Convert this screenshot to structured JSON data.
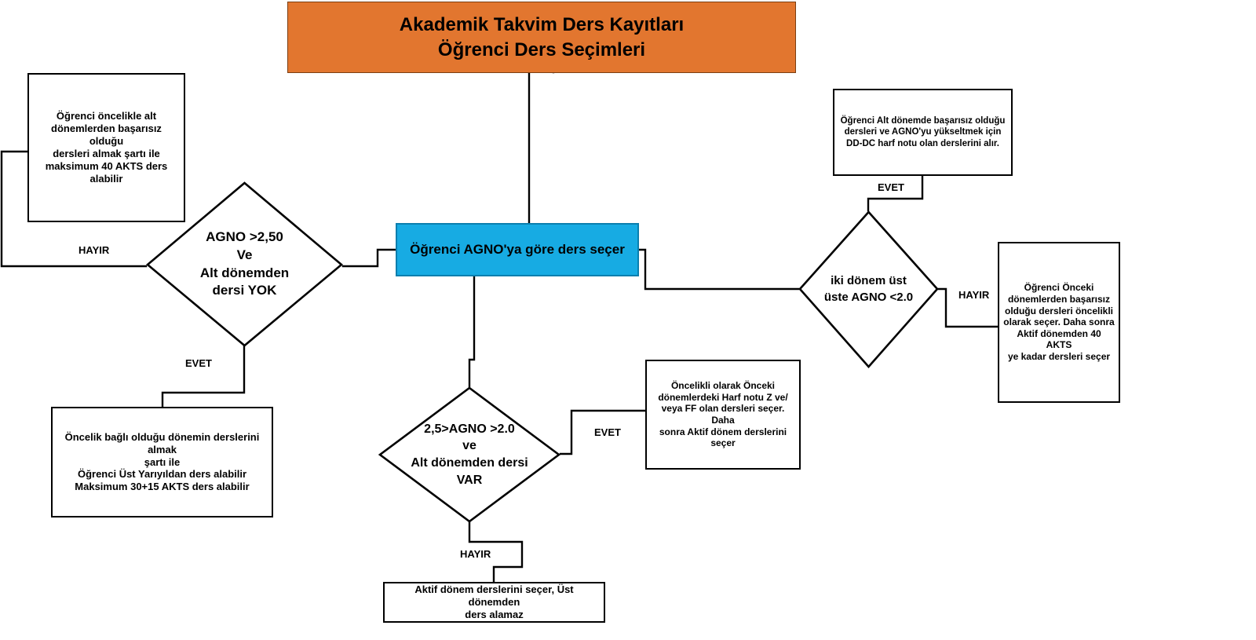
{
  "diagram": {
    "title_node": {
      "id": "title",
      "label": "Akademik Takvim Ders Kayıtları\nÖğrenci Ders Seçimleri",
      "color": "#E2762F"
    },
    "nodes": [
      {
        "id": "start",
        "type": "process",
        "label": "Öğrenci AGNO'ya göre ders seçer",
        "color": "#17ABE3"
      },
      {
        "id": "decision-agno-2-50",
        "type": "decision",
        "label": "AGNO >2,50\nVe\nAlt dönemden\ndersi YOK"
      },
      {
        "id": "decision-agno-2-5-2-0",
        "type": "decision",
        "label": "2,5>AGNO >2.0\nve\nAlt dönemden dersi\nVAR"
      },
      {
        "id": "decision-iki-donem",
        "type": "decision",
        "label": "iki dönem üst\nüste AGNO <2.0"
      },
      {
        "id": "box-alt-donem-basarisiz",
        "type": "process",
        "label": "Öğrenci öncelikle alt\ndönemlerden başarısız olduğu\ndersleri almak şartı ile\nmaksimum 40 AKTS ders alabilir"
      },
      {
        "id": "box-oncelik-bagli",
        "type": "process",
        "label": "Öncelik bağlı olduğu dönemin derslerini almak\nşartı ile\nÖğrenci Üst Yarıyıldan ders alabilir\nMaksimum 30+15 AKTS ders alabilir"
      },
      {
        "id": "box-dd-dc",
        "type": "process",
        "label": "Öğrenci Alt dönemde başarısız olduğu\ndersleri ve AGNO'yu yükseltmek için\nDD-DC harf notu olan derslerini alır."
      },
      {
        "id": "box-onceki-donemler",
        "type": "process",
        "label": "Öğrenci Önceki\ndönemlerden başarısız\nolduğu dersleri öncelikli\nolarak seçer. Daha sonra\nAktif dönemden 40 AKTS\nye kadar dersleri seçer"
      },
      {
        "id": "box-harf-notu-z-ff",
        "type": "process",
        "label": "Öncelikli olarak Önceki\ndönemlerdeki Harf notu Z ve/\nveya FF olan dersleri seçer. Daha\nsonra Aktif dönem derslerini\nseçer"
      },
      {
        "id": "box-aktif-donem",
        "type": "process",
        "label": "Aktif dönem derslerini seçer, Üst dönemden\nders alamaz"
      }
    ],
    "edge_labels": [
      {
        "id": "hayir-left",
        "label": "HAYIR"
      },
      {
        "id": "evet-left",
        "label": "EVET"
      },
      {
        "id": "evet-top-right",
        "label": "EVET"
      },
      {
        "id": "hayir-right",
        "label": "HAYIR"
      },
      {
        "id": "evet-center",
        "label": "EVET"
      },
      {
        "id": "hayir-bottom",
        "label": "HAYIR"
      }
    ]
  }
}
